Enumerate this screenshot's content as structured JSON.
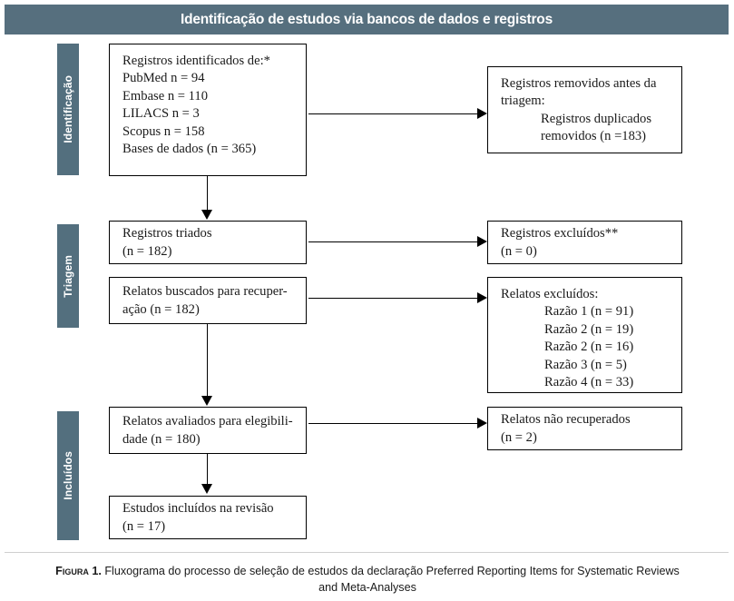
{
  "banner": {
    "title": "Identificação de estudos via bancos de dados e registros"
  },
  "colors": {
    "banner_bg": "#566f7e",
    "tab_bg": "#536f7e",
    "banner_text": "#ffffff",
    "box_border": "#000000",
    "box_text": "#1a1a1a",
    "page_bg": "#ffffff"
  },
  "stages": [
    {
      "key": "identificacao",
      "label": "Identificação"
    },
    {
      "key": "triagem",
      "label": "Triagem"
    },
    {
      "key": "incluidos",
      "label": "Incluídos"
    }
  ],
  "boxes": {
    "identified": {
      "lines": [
        "Registros identificados de:*",
        "PubMed n = 94",
        "Embase n = 110",
        "LILACS n = 3",
        "Scopus n = 158",
        "Bases de dados (n = 365)"
      ]
    },
    "removed_before_screening": {
      "lines": [
        "Registros removidos antes da",
        "triagem:"
      ],
      "indented": [
        "Registros duplicados",
        "removidos (n =183)"
      ]
    },
    "screened": {
      "lines": [
        "Registros triados",
        "(n = 182)"
      ]
    },
    "records_excluded": {
      "lines": [
        "Registros excluídos**",
        "(n = 0)"
      ]
    },
    "reports_sought": {
      "lines": [
        "Relatos buscados para recuper-",
        "ação (n = 182)"
      ]
    },
    "reports_excluded": {
      "lines": [
        "Relatos excluídos:"
      ],
      "indented": [
        "Razão 1 (n = 91)",
        "Razão 2 (n = 19)",
        "Razão 2 (n = 16)",
        "Razão 3 (n = 5)",
        "Razão 4 (n = 33)"
      ]
    },
    "reports_assessed": {
      "lines": [
        "Relatos avaliados para elegibili-",
        "dade (n = 180)"
      ]
    },
    "reports_not_retrieved": {
      "lines": [
        "Relatos não recuperados",
        "(n = 2)"
      ]
    },
    "studies_included": {
      "lines": [
        "Estudos incluídos na revisão",
        "(n = 17)"
      ]
    }
  },
  "caption": {
    "label": "Figura 1.",
    "text": " Fluxograma do processo de seleção de estudos da declaração Preferred Reporting Items for Systematic Reviews and Meta-Analyses"
  }
}
